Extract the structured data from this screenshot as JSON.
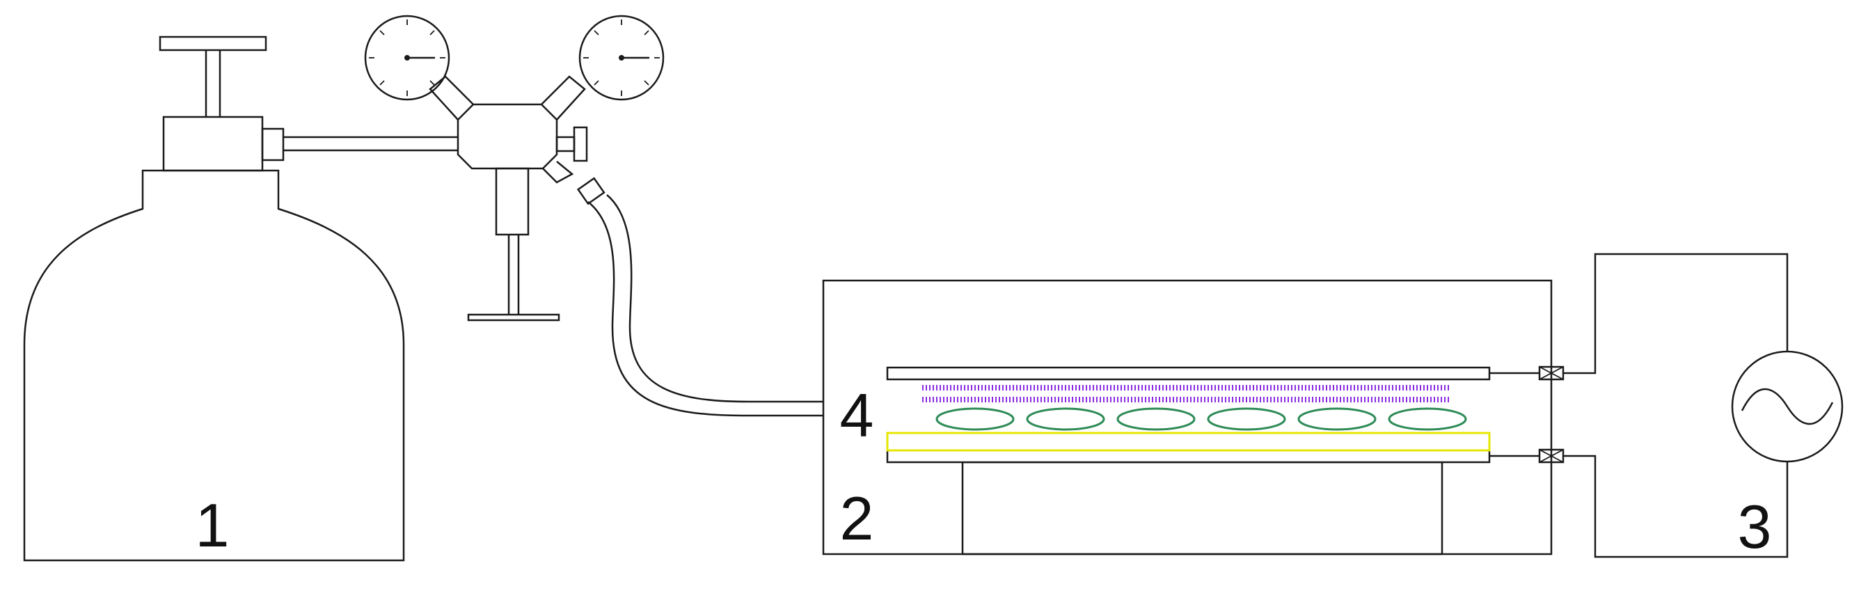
{
  "labels": {
    "gas_cylinder": "1",
    "reactor": "2",
    "power_supply": "3",
    "sample_zone": "4"
  },
  "colors": {
    "outline": "#1a1a1a",
    "plasma_discharge": "#8a2be2",
    "sample": "#2e8b57",
    "dielectric": "#e6e600"
  },
  "icons": {
    "power_source": "ac-sine-wave-icon",
    "gauge": "pressure-gauge-icon",
    "valve": "valve-icon"
  }
}
